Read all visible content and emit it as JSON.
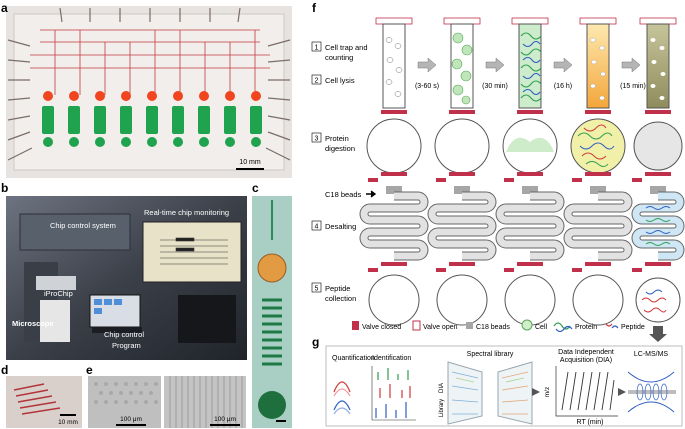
{
  "panels": {
    "a": "a",
    "b": "b",
    "c": "c",
    "d": "d",
    "e": "e",
    "f": "f",
    "g": "g"
  },
  "panel_a": {
    "scale": "10 mm"
  },
  "panel_b": {
    "chip_control_system": "Chip control system",
    "monitoring": "Real-time chip monitoring",
    "iprochip": "iProChip",
    "microscope": "Microscope",
    "program_l1": "Chip control",
    "program_l2": "Program"
  },
  "panel_d": {
    "scale": "10 mm"
  },
  "panel_e": {
    "scale_left": "100 μm",
    "scale_right": "100 μm"
  },
  "panel_f": {
    "steps": [
      {
        "num": "1",
        "l1": "Cell trap and",
        "l2": "counting"
      },
      {
        "num": "2",
        "l1": "Cell lysis",
        "l2": ""
      },
      {
        "num": "3",
        "l1": "Protein",
        "l2": "digestion"
      },
      {
        "num": "4",
        "l1": "Desalting",
        "l2": ""
      },
      {
        "num": "5",
        "l1": "Peptide",
        "l2": "collection"
      }
    ],
    "c18_label": "C18 beads",
    "times": [
      "(3-60 s)",
      "(30 min)",
      "(16 h)",
      "(15 min)"
    ],
    "legend": {
      "valve_closed": "Valve closed",
      "valve_open": "Valve open",
      "c18": "C18 beads",
      "cell": "Cell",
      "protein": "Protein",
      "peptide": "Peptide"
    }
  },
  "panel_g": {
    "quant": "Quantification",
    "ident": "Identification",
    "spectral": "Spectral library",
    "dia_short": "DIA",
    "library": "Library",
    "dia_l1": "Data Independent",
    "dia_l2": "Acquisition (DIA)",
    "mz": "m/z",
    "rt": "RT (min)",
    "lcms": "LC-MS/MS"
  },
  "colors": {
    "valve_closed": "#c0304a",
    "cell_green": "#8fd18a",
    "bead_gray": "#a6a6a6",
    "protein_green": "#2e9e4f",
    "protein_blue": "#2f5fc4",
    "peptide_red": "#d03a3a",
    "orange_fill": "#f4b24a",
    "olive_fill": "#9c9c6a"
  }
}
